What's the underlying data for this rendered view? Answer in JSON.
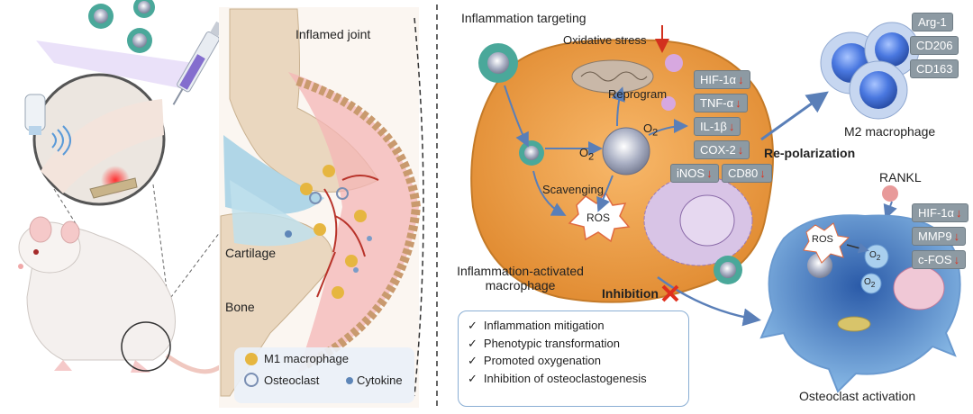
{
  "left": {
    "inflamed_joint": "Inflamed joint",
    "cartilage": "Cartilage",
    "bone": "Bone",
    "legend": {
      "m1": "M1 macrophage",
      "osteoclast": "Osteoclast",
      "cytokine": "Cytokine"
    }
  },
  "right": {
    "inflammation_targeting": "Inflammation targeting",
    "oxidative_stress": "Oxidative stress",
    "reprogram": "Reprogram",
    "scavenging": "Scavenging",
    "ros": "ROS",
    "o2": "O",
    "o2_sub": "2",
    "activated_macrophage_line1": "Inflammation-activated",
    "activated_macrophage_line2": "macrophage",
    "repolarization": "Re-polarization",
    "m2_macrophage": "M2 macrophage",
    "inhibition": "Inhibition",
    "rankl": "RANKL",
    "osteoclast_activation": "Osteoclast activation",
    "m1_markers": [
      "HIF-1α",
      "TNF-α",
      "IL-1β",
      "COX-2",
      "iNOS",
      "CD80"
    ],
    "m2_markers": [
      "Arg-1",
      "CD206",
      "CD163"
    ],
    "osteoclast_markers": [
      "HIF-1α",
      "MMP9",
      "c-FOS"
    ],
    "outcomes": [
      "Inflammation mitigation",
      "Phenotypic transformation",
      "Promoted oxygenation",
      "Inhibition of osteoclastogenesis"
    ],
    "check": "✓",
    "down_arrow": "↓"
  },
  "colors": {
    "macrophage_fill": "#f0a050",
    "macrophage_inner": "#e8913a",
    "osteoclast_fill": "#7fb2e0",
    "m2_fill": "#3f6fd6",
    "arrow_blue": "#5a7fb8",
    "inhibit_red": "#e0301e",
    "tag_grey": "#8d9aa3",
    "cartilage_blue": "#a7d3e6",
    "inflammation_pink": "#f4b6b6"
  }
}
